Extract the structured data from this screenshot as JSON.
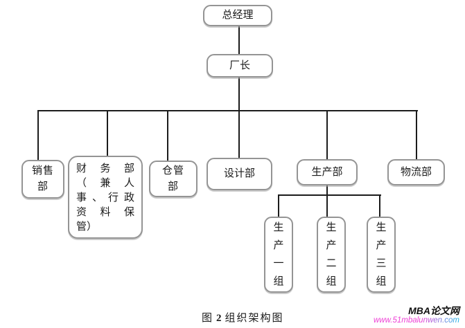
{
  "page": {
    "background": "#ffffff"
  },
  "colors": {
    "connector": "#1b1b1b",
    "box_border": "#949494",
    "text": "#1a1a1a",
    "watermark_magenta": "#ed3bd4",
    "watermark_cyan": "#19b8e8"
  },
  "org_chart": {
    "nodes": {
      "general_manager": {
        "label": "总经理"
      },
      "factory_director": {
        "label": "厂长"
      },
      "sales": {
        "label": "销售部"
      },
      "finance": {
        "label": "财务部（兼人事、行政资料保管）",
        "lines": [
          "财务部",
          "（兼人",
          "事、行政",
          "资料保",
          "管）"
        ]
      },
      "warehouse": {
        "label": "仓管部"
      },
      "design": {
        "label": "设计部"
      },
      "production": {
        "label": "生产部"
      },
      "logistics": {
        "label": "物流部"
      },
      "production_group_1": {
        "label": "生产一组"
      },
      "production_group_2": {
        "label": "生产二组"
      },
      "production_group_3": {
        "label": "生产三组"
      }
    }
  },
  "caption": {
    "figure_label": "图",
    "figure_number": "2",
    "title": "组织架构图"
  },
  "watermark": {
    "site_name": "MBA论文网",
    "url": "www.51mbalunwen.com"
  }
}
